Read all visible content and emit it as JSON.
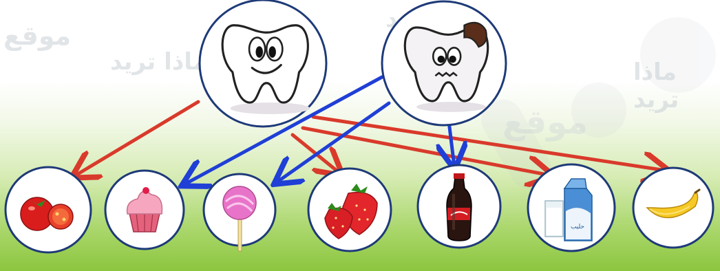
{
  "watermark": {
    "text": "موقع",
    "text2": "ماذا تريد"
  },
  "colors": {
    "healthy_arrow": "#d93a2b",
    "unhealthy_arrow": "#1f3fd6",
    "circle_stroke": "#1e3a78"
  },
  "central": [
    {
      "id": "healthy-tooth",
      "icon": "happy-tooth-icon"
    },
    {
      "id": "decayed-tooth",
      "icon": "decayed-tooth-icon"
    }
  ],
  "foods": [
    {
      "id": "tomato",
      "icon": "tomato-icon"
    },
    {
      "id": "cupcake",
      "icon": "cupcake-icon"
    },
    {
      "id": "lollipop",
      "icon": "lollipop-icon"
    },
    {
      "id": "strawberry",
      "icon": "strawberry-icon"
    },
    {
      "id": "cola",
      "icon": "cola-bottle-icon"
    },
    {
      "id": "milk",
      "icon": "milk-carton-icon",
      "label": "حليب"
    },
    {
      "id": "banana",
      "icon": "banana-icon"
    }
  ],
  "links": [
    {
      "from": "healthy-tooth",
      "to": "tomato",
      "kind": "healthy"
    },
    {
      "from": "healthy-tooth",
      "to": "strawberry",
      "kind": "healthy"
    },
    {
      "from": "healthy-tooth",
      "to": "milk",
      "kind": "healthy"
    },
    {
      "from": "healthy-tooth",
      "to": "banana",
      "kind": "healthy"
    },
    {
      "from": "decayed-tooth",
      "to": "cupcake",
      "kind": "unhealthy"
    },
    {
      "from": "decayed-tooth",
      "to": "lollipop",
      "kind": "unhealthy"
    },
    {
      "from": "decayed-tooth",
      "to": "cola",
      "kind": "unhealthy"
    }
  ]
}
